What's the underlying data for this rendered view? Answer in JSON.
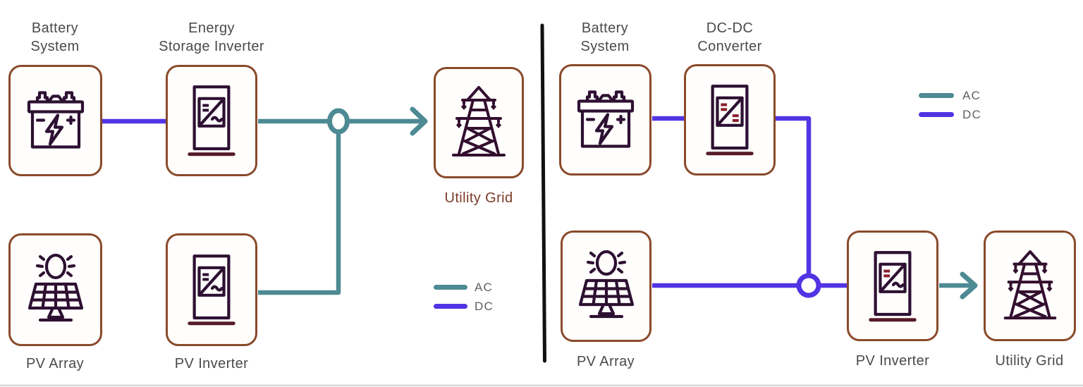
{
  "diagrams": {
    "left": {
      "battery_label": "Battery\nSystem",
      "storage_inverter_label": "Energy\nStorage Inverter",
      "utility_grid_label": "Utility Grid",
      "pv_array_label": "PV Array",
      "pv_inverter_label": "PV Inverter",
      "legend": [
        {
          "label": "AC",
          "color": "#4d8a93"
        },
        {
          "label": "DC",
          "color": "#5334e4"
        }
      ]
    },
    "right": {
      "battery_label": "Battery\nSystem",
      "dcdc_converter_label": "DC-DC\nConverter",
      "pv_array_label": "PV Array",
      "pv_inverter_label": "PV Inverter",
      "utility_grid_label": "Utility Grid",
      "legend": [
        {
          "label": "AC",
          "color": "#4d8a93"
        },
        {
          "label": "DC",
          "color": "#5334e4"
        }
      ]
    }
  },
  "colors": {
    "ac_line": "#4d8a93",
    "dc_line": "#5334e4",
    "box_border": "#8a4a2b",
    "icon_stroke": "#2d1032",
    "inverter_eq_mark_right": "#8a1f2e",
    "label_text": "#4a4a4a",
    "utility_grid_left_label": "#7a3a28",
    "divider": "#111111"
  }
}
